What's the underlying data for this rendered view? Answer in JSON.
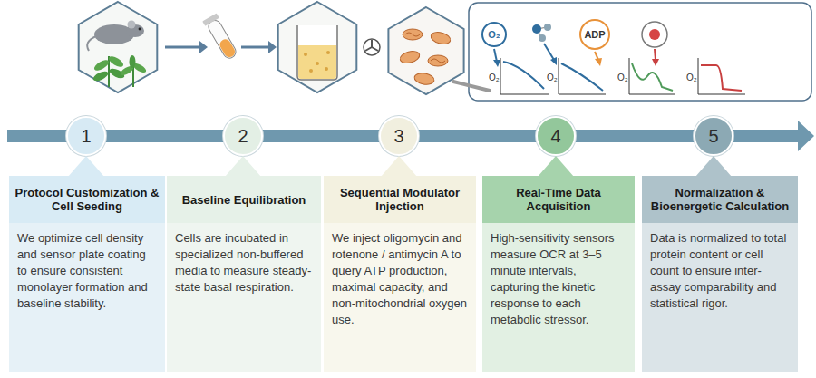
{
  "diagram": {
    "nodes": [
      {
        "text": [
          "O₂"
        ]
      },
      {
        "text": [
          "ADP"
        ]
      },
      {
        "text": [
          "1"
        ]
      },
      {
        "text": [
          "2"
        ]
      },
      {
        "text": [
          "3"
        ]
      },
      {
        "text": [
          "4"
        ]
      },
      {
        "text": [
          "5"
        ]
      },
      {
        "text": [
          "Protocol Customization & Cell Seeding",
          "We optimize cell density and sensor plate coating to ensure consistent monolayer formation and baseline stability."
        ]
      },
      {
        "text": [
          "Baseline Equilibration",
          "Cells are incubated in specialized non-buffered media to measure steady-state basal respiration."
        ]
      },
      {
        "text": [
          "Sequential Modulator Injection",
          "We inject oligomycin and rotenone / antimycin A to query ATP production, maximal capacity, and non-mitochondrial oxygen use."
        ]
      },
      {
        "text": [
          "Real-Time Data Acquisition",
          "High-sensitivity sensors measure OCR at 3–5 minute intervals, capturing the kinetic response to each metabolic stressor."
        ]
      },
      {
        "text": [
          "Normalization & Bioenergetic Calculation",
          "Data is normalized to total protein content or cell count to ensure inter-assay comparability and statistical rigor."
        ]
      }
    ],
    "edges": [
      {
        "from": 2,
        "to": 3,
        "arrow": "none"
      },
      {
        "from": 3,
        "to": 4,
        "arrow": "none"
      },
      {
        "from": 4,
        "to": 5,
        "arrow": "none"
      },
      {
        "from": 5,
        "to": 6,
        "arrow": "none"
      }
    ],
    "labels": [
      "O₂",
      "O₂",
      "O₂",
      "O₂"
    ]
  }
}
